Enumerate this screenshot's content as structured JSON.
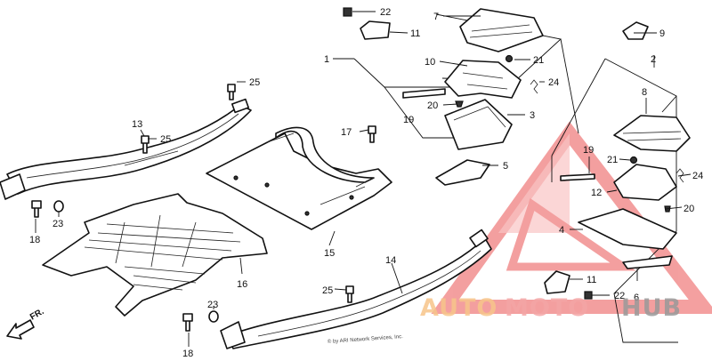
{
  "callouts": {
    "c1": "1",
    "c2": "2",
    "c3": "3",
    "c4": "4",
    "c5": "5",
    "c6": "6",
    "c7": "7",
    "c8": "8",
    "c9": "9",
    "c10": "10",
    "c11": "11",
    "c12": "12",
    "c13": "13",
    "c14": "14",
    "c15": "15",
    "c16": "16",
    "c17": "17",
    "c18": "18",
    "c19": "19",
    "c20": "20",
    "c21": "21",
    "c22": "22",
    "c23": "23",
    "c24": "24",
    "c25": "25"
  },
  "front_marker": {
    "label": "FR."
  },
  "copyright": "© by ARI Network Services, Inc.",
  "watermark": {
    "word_auto": "AUTO",
    "word_moto": "MOTO",
    "word_hub": "HUB",
    "color_red": "#f4a6a6",
    "color_orange": "#f7c58a",
    "color_gray": "#9a9a9a"
  }
}
